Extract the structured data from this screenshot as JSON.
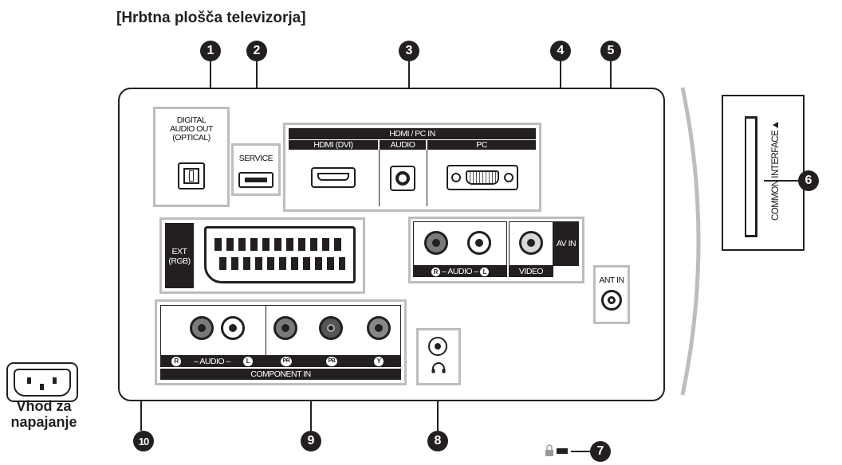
{
  "title": "[Hrbtna plošča televizorja]",
  "callouts": [
    "1",
    "2",
    "3",
    "4",
    "5",
    "6",
    "7",
    "8",
    "9",
    "10"
  ],
  "ports": {
    "digital_audio_out": "DIGITAL\nAUDIO OUT\n(OPTICAL)",
    "service": "SERVICE",
    "hdmi_pc_in": "HDMI / PC IN",
    "hdmi_dvi": "HDMI (DVI)",
    "audio": "AUDIO",
    "pc": "PC",
    "av_in": "AV IN",
    "av_audio": "– AUDIO –",
    "video": "VIDEO",
    "ant_in": "ANT IN",
    "ext_rgb": "EXT\n(RGB)",
    "component_audio": "– AUDIO –",
    "component_in": "COMPONENT IN",
    "r_letter": "R",
    "l_letter": "L",
    "pr": "PR",
    "pb": "PB",
    "y": "Y",
    "common_interface": "COMMON INTERFACE"
  },
  "power": {
    "label": "Vhod za\nnapajanje"
  }
}
